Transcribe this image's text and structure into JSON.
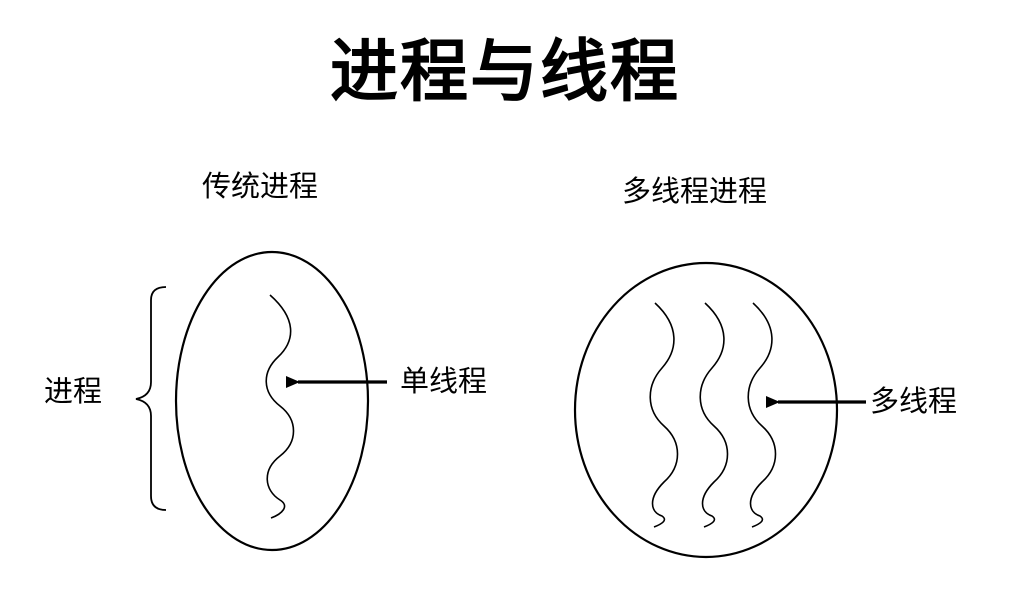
{
  "title": "进程与线程",
  "left_panel": {
    "heading": "传统进程",
    "brace_label": "进程",
    "arrow_label": "单线程",
    "thread_count": 1
  },
  "right_panel": {
    "heading": "多线程进程",
    "arrow_label": "多线程",
    "thread_count": 3
  }
}
